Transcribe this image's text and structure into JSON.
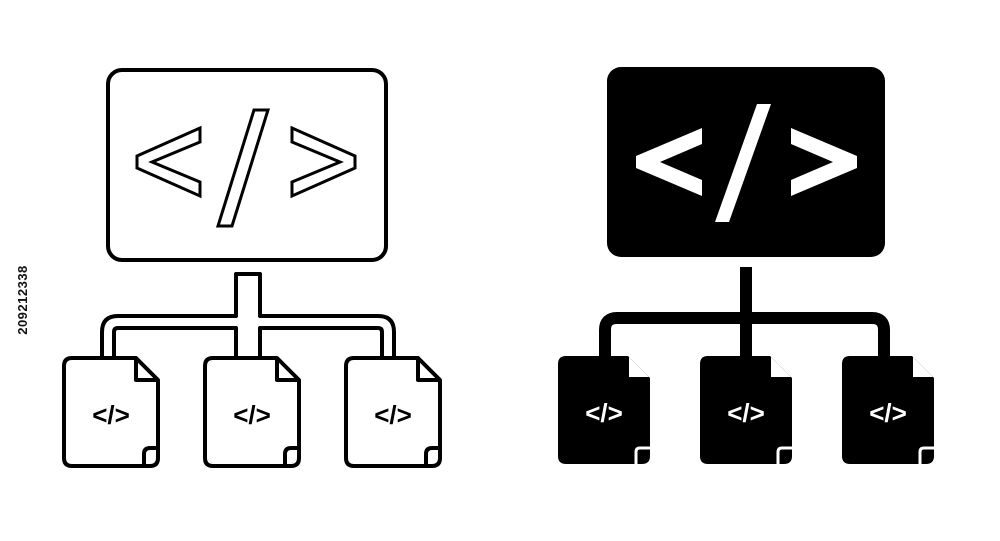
{
  "stock_id": "209212338",
  "code_glyph": "</>",
  "icons": [
    {
      "name": "code-hierarchy-outline-icon",
      "style": "outline",
      "files": 3
    },
    {
      "name": "code-hierarchy-filled-icon",
      "style": "filled",
      "files": 3
    }
  ],
  "colors": {
    "background": "#ffffff",
    "ink": "#000000"
  }
}
